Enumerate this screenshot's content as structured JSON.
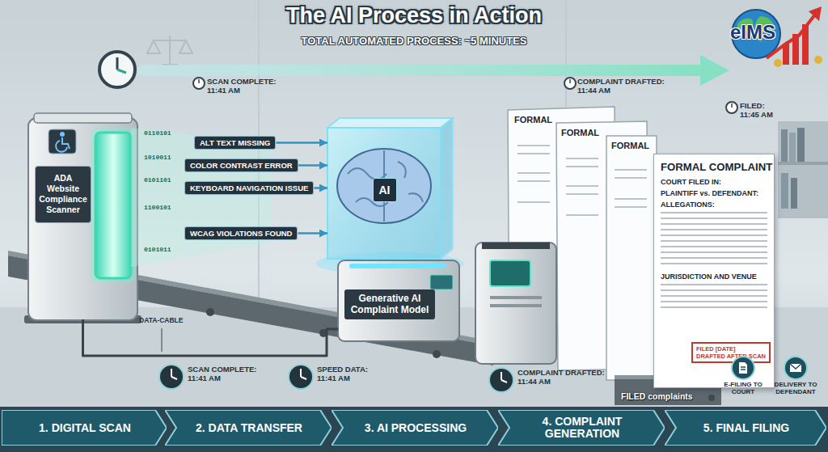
{
  "diagram": {
    "title": "The AI Process in Action",
    "nodes": [
      {
        "text": [
          "ADA Website Compliance Scanner"
        ]
      },
      {
        "text": [
          "ALT TEXT MISSING"
        ]
      },
      {
        "text": [
          "COLOR CONTRAST ERROR"
        ]
      },
      {
        "text": [
          "KEYBOARD NAVIGATION ISSUE"
        ]
      },
      {
        "text": [
          "WCAG VIOLATIONS FOUND"
        ]
      },
      {
        "text": [
          "AI"
        ]
      },
      {
        "text": [
          "Generative AI Complaint Model"
        ]
      },
      {
        "text": [
          "FORMAL COMPLAINT",
          "COURT FILED IN:",
          "PLAINTIFF vs. DEFENDANT:",
          "ALLEGATIONS:",
          "JURISDICTION AND VENUE"
        ]
      },
      {
        "text": [
          "FILED [DATE]",
          "DRAFTED AFTER SCAN"
        ],
        "in": 7
      },
      {
        "text": [
          "eIMS"
        ]
      },
      {
        "text": [
          "E-FILING TO COURT"
        ]
      },
      {
        "text": [
          "DELIVERY TO DEFENDANT"
        ]
      },
      {
        "text": [
          "1. DIGITAL SCAN"
        ]
      },
      {
        "text": [
          "2. DATA TRANSFER"
        ]
      },
      {
        "text": [
          "3. AI PROCESSING"
        ]
      },
      {
        "text": [
          "4. COMPLAINT GENERATION"
        ]
      },
      {
        "text": [
          "5. FINAL FILING"
        ]
      }
    ],
    "edges": [
      {
        "from": 1,
        "to": 5,
        "arrow": "to"
      },
      {
        "from": 2,
        "to": 5,
        "arrow": "to"
      },
      {
        "from": 3,
        "to": 5,
        "arrow": "to"
      },
      {
        "from": 4,
        "to": 5,
        "arrow": "to"
      },
      {
        "from": 0,
        "to": 6,
        "arrow": "none"
      }
    ],
    "labels": [
      "TOTAL AUTOMATED PROCESS: ~5 MINUTES",
      "SCAN COMPLETE: 11:41 AM",
      "COMPLAINT DRAFTED: 11:44 AM",
      "FILED: 11:45 AM",
      "0110101",
      "1010011",
      "0101101",
      "1100101",
      "0101011",
      "DATA-CABLE",
      "FORMAL",
      "FORMAL",
      "FORMAL",
      "SCAN COMPLETE: 11:41 AM",
      "SPEED DATA: 11:41 AM",
      "COMPLAINT DRAFTED: 11:44 AM",
      "FILED complaints"
    ]
  }
}
